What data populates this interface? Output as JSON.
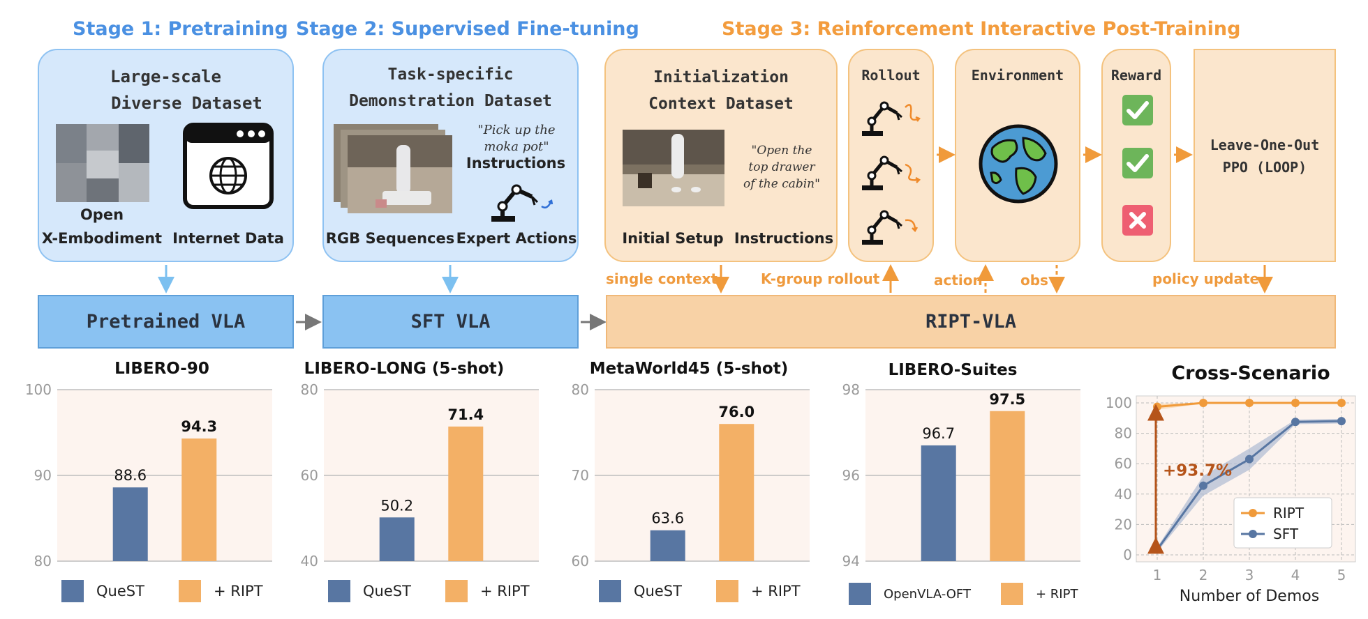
{
  "colors": {
    "blue_title": "#4a90e2",
    "orange_title": "#f39c3d",
    "bar_blue": "#5876a2",
    "bar_orange": "#f3b066",
    "vla_blue": "#8ac2f2",
    "vla_orange": "#f8d2a6",
    "arrow_blue": "#7cc0f0",
    "arrow_orange": "#f09a3a",
    "arrow_gray": "#777777",
    "check_green": "#6db55a",
    "cross_red": "#ee5f72",
    "annot_brown": "#b5541a"
  },
  "stages": {
    "s1": "Stage 1: Pretraining",
    "s2": "Stage 2: Supervised Fine-tuning",
    "s3": "Stage 3: Reinforcement Interactive Post-Training"
  },
  "box1": {
    "title_l1": "Large-scale",
    "title_l2": "Diverse Dataset",
    "label_oxe_1": "Open",
    "label_oxe_2": "X-Embodiment",
    "label_internet": "Internet Data",
    "icons": [
      "robot-collage-image",
      "browser-globe-icon"
    ]
  },
  "box2": {
    "title_l1": "Task-specific",
    "title_l2": "Demonstration Dataset",
    "quote_l1": "\"Pick up the",
    "quote_l2": "moka pot\"",
    "label_instructions": "Instructions",
    "label_rgb": "RGB Sequences",
    "label_expert": "Expert Actions",
    "icons": [
      "rgb-frames-image",
      "robot-arm-icon"
    ]
  },
  "box3": {
    "title_l1": "Initialization",
    "title_l2": "Context Dataset",
    "quote_l1": "\"Open the",
    "quote_l2": "top drawer",
    "quote_l3": "of the cabin\"",
    "label_setup": "Initial Setup",
    "label_instructions": "Instructions"
  },
  "rollout": {
    "title": "Rollout",
    "icons": [
      "robot-arm-icon",
      "robot-arm-icon",
      "robot-arm-icon"
    ]
  },
  "environment": {
    "title": "Environment",
    "icon": "globe-earth-icon"
  },
  "reward": {
    "title": "Reward",
    "icons": [
      "check-icon",
      "check-icon",
      "cross-icon"
    ]
  },
  "loop": {
    "line1": "Leave-One-Out",
    "line2": "PPO (LOOP)"
  },
  "vla": {
    "pretrained": "Pretrained VLA",
    "sft": "SFT VLA",
    "ript": "RIPT-VLA"
  },
  "flow": {
    "single_context": "single context",
    "k_group": "K-group rollout",
    "action": "action",
    "obs": "obs",
    "policy_update": "policy update"
  },
  "chart_data": [
    {
      "type": "bar",
      "title": "LIBERO-90",
      "categories": [
        "QueST",
        "+ RIPT"
      ],
      "values": [
        88.6,
        94.3
      ],
      "labels": [
        "88.6",
        "94.3"
      ],
      "ylim": [
        80,
        100
      ],
      "yticks": [
        "80",
        "90",
        "100"
      ],
      "grid": true
    },
    {
      "type": "bar",
      "title": "LIBERO-LONG (5-shot)",
      "categories": [
        "QueST",
        "+ RIPT"
      ],
      "values": [
        50.2,
        71.4
      ],
      "labels": [
        "50.2",
        "71.4"
      ],
      "ylim": [
        40,
        80
      ],
      "yticks": [
        "40",
        "60",
        "80"
      ],
      "grid": true
    },
    {
      "type": "bar",
      "title": "MetaWorld45 (5-shot)",
      "categories": [
        "QueST",
        "+ RIPT"
      ],
      "values": [
        63.6,
        76.0
      ],
      "labels": [
        "63.6",
        "76.0"
      ],
      "ylim": [
        60,
        80
      ],
      "yticks": [
        "60",
        "70",
        "80"
      ],
      "grid": true
    },
    {
      "type": "bar",
      "title": "LIBERO-Suites",
      "categories": [
        "OpenVLA-OFT",
        "+ RIPT"
      ],
      "values": [
        96.7,
        97.5
      ],
      "labels": [
        "96.7",
        "97.5"
      ],
      "ylim": [
        94,
        98
      ],
      "yticks": [
        "94",
        "96",
        "98"
      ],
      "grid": true
    },
    {
      "type": "line",
      "title": "Cross-Scenario",
      "xlabel": "Number of Demos",
      "x": [
        1,
        2,
        3,
        4,
        5
      ],
      "xticks": [
        "1",
        "2",
        "3",
        "4",
        "5"
      ],
      "ylim": [
        0,
        100
      ],
      "yticks": [
        "0",
        "20",
        "40",
        "60",
        "80",
        "100"
      ],
      "grid": true,
      "legend": "bottom-right",
      "series": [
        {
          "name": "RIPT",
          "values": [
            97.5,
            100,
            100,
            100,
            100
          ],
          "band": [
            [
              95.5,
              99.5
            ],
            [
              99.5,
              100
            ],
            [
              99.5,
              100
            ],
            [
              99.5,
              100
            ],
            [
              99.5,
              100
            ]
          ]
        },
        {
          "name": "SFT",
          "values": [
            3.5,
            45.5,
            63,
            87.5,
            88
          ],
          "band": [
            [
              2,
              5
            ],
            [
              39,
              52
            ],
            [
              56,
              70
            ],
            [
              86,
              89
            ],
            [
              86.5,
              89.5
            ]
          ]
        }
      ],
      "annotation": "+93.7%"
    }
  ]
}
